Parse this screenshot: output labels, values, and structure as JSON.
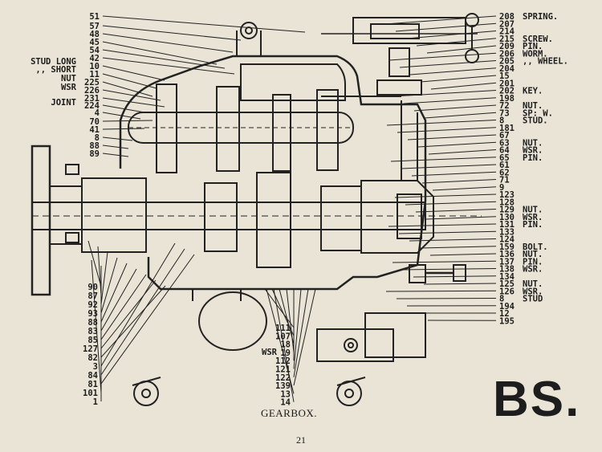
{
  "caption": "GEARBOX.",
  "page_number": "21",
  "series_mark": "BS.",
  "top_left_labels": [
    "51",
    "57",
    "48",
    "45",
    "54",
    "42",
    "10",
    "11",
    "225",
    "226",
    "231",
    "224",
    "4",
    "70",
    "41",
    "8",
    "88",
    "89"
  ],
  "top_left_words": [
    {
      "text": "STUD LONG"
    },
    {
      "text": ",, SHORT"
    },
    {
      "text": "NUT"
    },
    {
      "text": "WSR"
    },
    {
      "text": "JOINT"
    }
  ],
  "bottom_left_labels": [
    "90",
    "87",
    "92",
    "93",
    "88",
    "83",
    "85",
    "127",
    "82",
    "3",
    "84",
    "81",
    "101",
    "1"
  ],
  "bottom_center_labels": [
    "111",
    "107",
    "18",
    "19",
    "112",
    "121",
    "122",
    "139",
    "13",
    "14"
  ],
  "bottom_center_word": "WSR",
  "right_labels": [
    {
      "num": "208",
      "word": "SPRING."
    },
    {
      "num": "207",
      "word": ""
    },
    {
      "num": "214",
      "word": ""
    },
    {
      "num": "215",
      "word": "SCREW."
    },
    {
      "num": "209",
      "word": "PIN."
    },
    {
      "num": "206",
      "word": "WORM."
    },
    {
      "num": "205",
      "word": ",, WHEEL."
    },
    {
      "num": "204",
      "word": ""
    },
    {
      "num": "15",
      "word": ""
    },
    {
      "num": "201",
      "word": ""
    },
    {
      "num": "202",
      "word": "KEY."
    },
    {
      "num": "198",
      "word": ""
    },
    {
      "num": "72",
      "word": "NUT."
    },
    {
      "num": "73",
      "word": "SP: W."
    },
    {
      "num": "8",
      "word": "STUD."
    },
    {
      "num": "181",
      "word": ""
    },
    {
      "num": "67",
      "word": ""
    },
    {
      "num": "63",
      "word": "NUT."
    },
    {
      "num": "64",
      "word": "WSR."
    },
    {
      "num": "65",
      "word": "PIN."
    },
    {
      "num": "61",
      "word": ""
    },
    {
      "num": "62",
      "word": ""
    },
    {
      "num": "71",
      "word": ""
    },
    {
      "num": "9",
      "word": ""
    },
    {
      "num": "123",
      "word": ""
    },
    {
      "num": "128",
      "word": ""
    },
    {
      "num": "129",
      "word": "NUT."
    },
    {
      "num": "130",
      "word": "WSR."
    },
    {
      "num": "131",
      "word": "PIN."
    },
    {
      "num": "133",
      "word": ""
    },
    {
      "num": "124",
      "word": ""
    },
    {
      "num": "159",
      "word": "BOLT."
    },
    {
      "num": "136",
      "word": "NUT."
    },
    {
      "num": "137",
      "word": "PIN."
    },
    {
      "num": "138",
      "word": "WSR."
    },
    {
      "num": "134",
      "word": ""
    },
    {
      "num": "125",
      "word": "NUT."
    },
    {
      "num": "126",
      "word": "WSR."
    },
    {
      "num": "8",
      "word": "STUD"
    },
    {
      "num": "194",
      "word": ""
    },
    {
      "num": "12",
      "word": ""
    },
    {
      "num": "195",
      "word": ""
    }
  ]
}
